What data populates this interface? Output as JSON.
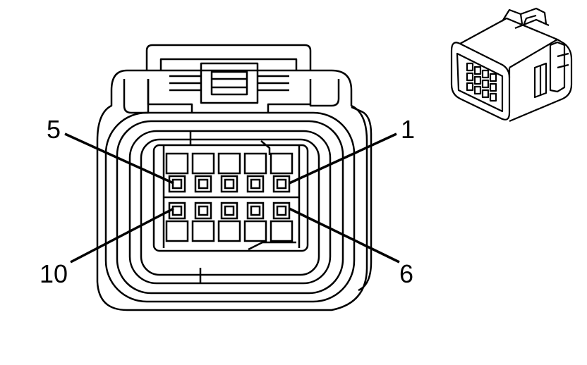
{
  "diagram": {
    "pin_labels": {
      "top_left": "5",
      "top_right": "1",
      "bottom_left": "10",
      "bottom_right": "6"
    },
    "cavity_rows": 2,
    "cavity_columns": 5,
    "colors": {
      "line": "#000000",
      "background": "#ffffff"
    }
  }
}
